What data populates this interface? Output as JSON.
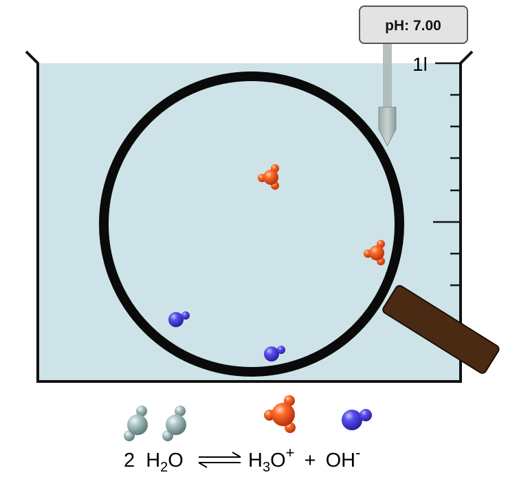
{
  "ph_meter": {
    "label": "pH: 7.00"
  },
  "beaker": {
    "volume_label": "1l"
  },
  "equation": {
    "coef": "2",
    "water_main": "H",
    "water_sub": "2",
    "water_end": "O",
    "hydronium_main": "H",
    "hydronium_sub": "3",
    "hydronium_end": "O",
    "hydronium_charge": "+",
    "plus": "+",
    "hydroxide_main": "OH",
    "hydroxide_charge": "-"
  },
  "colors": {
    "water": "#cde3e8",
    "hydronium": "#e8521e",
    "hydroxide": "#4a3fd8",
    "water_molecule": "#9fb8b8",
    "handle": "#4a2a12"
  }
}
